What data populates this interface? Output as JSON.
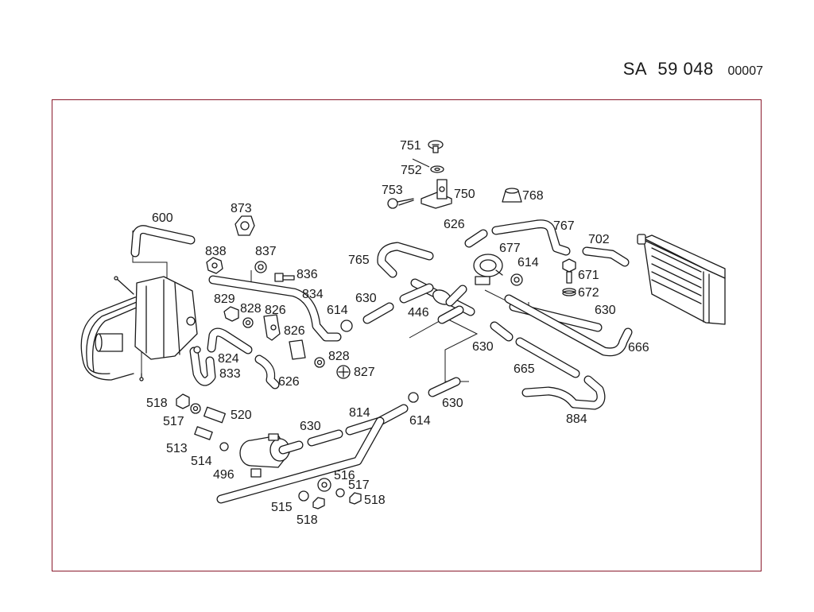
{
  "header": {
    "prefix": "SA",
    "number": "59 048",
    "suffix": "00007"
  },
  "diagram": {
    "callouts": [
      {
        "id": "c751a",
        "text": "751"
      },
      {
        "id": "c752a",
        "text": "752"
      },
      {
        "id": "c753a",
        "text": "753"
      },
      {
        "id": "c750a",
        "text": "750"
      },
      {
        "id": "c768a",
        "text": "768"
      },
      {
        "id": "c873a",
        "text": "873"
      },
      {
        "id": "c600a",
        "text": "600"
      },
      {
        "id": "c626a",
        "text": "626"
      },
      {
        "id": "c767a",
        "text": "767"
      },
      {
        "id": "c702a",
        "text": "702"
      },
      {
        "id": "c677a",
        "text": "677"
      },
      {
        "id": "c838a",
        "text": "838"
      },
      {
        "id": "c837a",
        "text": "837"
      },
      {
        "id": "c765a",
        "text": "765"
      },
      {
        "id": "c614a",
        "text": "614"
      },
      {
        "id": "c836a",
        "text": "836"
      },
      {
        "id": "c671a",
        "text": "671"
      },
      {
        "id": "c834a",
        "text": "834"
      },
      {
        "id": "c672a",
        "text": "672"
      },
      {
        "id": "c829a",
        "text": "829"
      },
      {
        "id": "c630a",
        "text": "630"
      },
      {
        "id": "c828a",
        "text": "828"
      },
      {
        "id": "c826a",
        "text": "826"
      },
      {
        "id": "c614b",
        "text": "614"
      },
      {
        "id": "c446a",
        "text": "446"
      },
      {
        "id": "c630b",
        "text": "630"
      },
      {
        "id": "c826b",
        "text": "826"
      },
      {
        "id": "c630c",
        "text": "630"
      },
      {
        "id": "c666a",
        "text": "666"
      },
      {
        "id": "c824a",
        "text": "824"
      },
      {
        "id": "c828b",
        "text": "828"
      },
      {
        "id": "c833a",
        "text": "833"
      },
      {
        "id": "c665a",
        "text": "665"
      },
      {
        "id": "c827a",
        "text": "827"
      },
      {
        "id": "c626b",
        "text": "626"
      },
      {
        "id": "c518a",
        "text": "518"
      },
      {
        "id": "c630d",
        "text": "630"
      },
      {
        "id": "c814a",
        "text": "814"
      },
      {
        "id": "c520a",
        "text": "520"
      },
      {
        "id": "c614c",
        "text": "614"
      },
      {
        "id": "c884a",
        "text": "884"
      },
      {
        "id": "c517a",
        "text": "517"
      },
      {
        "id": "c630e",
        "text": "630"
      },
      {
        "id": "c513a",
        "text": "513"
      },
      {
        "id": "c514a",
        "text": "514"
      },
      {
        "id": "c496a",
        "text": "496"
      },
      {
        "id": "c516a",
        "text": "516"
      },
      {
        "id": "c517b",
        "text": "517"
      },
      {
        "id": "c518b",
        "text": "518"
      },
      {
        "id": "c515a",
        "text": "515"
      },
      {
        "id": "c518c",
        "text": "518"
      }
    ]
  }
}
